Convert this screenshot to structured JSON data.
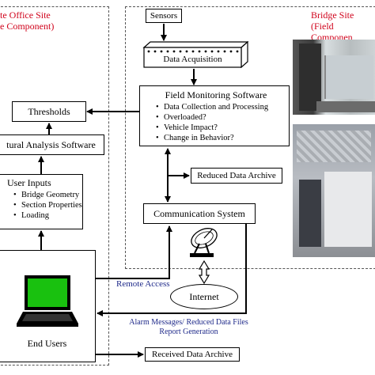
{
  "remote_site": {
    "title_line1": "te Office Site",
    "title_line2": "e Component)"
  },
  "bridge_site": {
    "title_line1": "Bridge Site",
    "title_line2": "(Field Componen"
  },
  "nodes": {
    "sensors": "Sensors",
    "data_acquisition": "Data Acquisition",
    "field_monitoring": {
      "title": "Field Monitoring Software",
      "items": [
        "Data Collection and Processing",
        "Overloaded?",
        "Vehicle Impact?",
        "Change in Behavior?"
      ]
    },
    "reduced_archive": "Reduced Data Archive",
    "communication": "Communication System",
    "internet": "Internet",
    "thresholds": "Thresholds",
    "structural": "tural Analysis Software",
    "user_inputs": {
      "title": "User Inputs",
      "items": [
        "Bridge Geometry",
        "Section Properties",
        "Loading"
      ]
    },
    "end_users": "End Users",
    "received_archive": "Received Data Archive"
  },
  "labels": {
    "remote_access": "Remote Access",
    "alarm_line1": "Alarm Messages/ Reduced Data Files",
    "alarm_line2": "Report Generation"
  },
  "colors": {
    "site_title": "#d0021b",
    "link_label": "#1f2a8a",
    "laptop_screen": "#19c10f"
  }
}
